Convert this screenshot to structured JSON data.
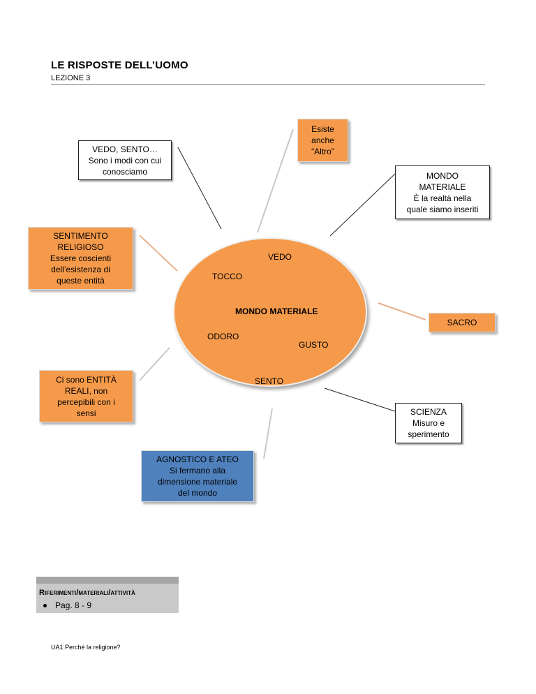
{
  "header": {
    "title": "LE RISPOSTE DELL’UOMO",
    "subtitle": "LEZIONE 3"
  },
  "diagram": {
    "center": {
      "label": "MONDO MATERIALE",
      "senses": {
        "vedo": "VEDO",
        "tocco": "TOCCO",
        "odoro": "ODORO",
        "gusto": "GUSTO",
        "sento": "SENTO"
      }
    },
    "boxes": {
      "altro": [
        "Esiste",
        "anche",
        "“Altro”"
      ],
      "vedo_sento": [
        "VEDO, SENTO…",
        "Sono i modi con cui",
        "conosciamo"
      ],
      "mondo_materiale": [
        "MONDO",
        "MATERIALE",
        "È la realtà nella",
        "quale siamo inseriti"
      ],
      "sentimento": [
        "SENTIMENTO",
        "RELIGIOSO",
        "Essere coscienti",
        "dell’esistenza di",
        "queste entità"
      ],
      "sacro": [
        "SACRO"
      ],
      "entita": [
        "Ci sono ENTITÀ",
        "REALI, non",
        "percepibili con i",
        "sensi"
      ],
      "scienza": [
        "SCIENZA",
        "Misuro e",
        "sperimento"
      ],
      "agnostico": [
        "AGNOSTICO E ATEO",
        "Si fermano alla",
        "dimensione materiale",
        "del mondo"
      ]
    },
    "colors": {
      "orange": "#f59a4a",
      "blue": "#4f81bd"
    }
  },
  "references": {
    "title": "Riferimenti/materiali/attività",
    "items": [
      "Pag. 8 - 9"
    ]
  },
  "footer": "UA1 Perché la religione?"
}
